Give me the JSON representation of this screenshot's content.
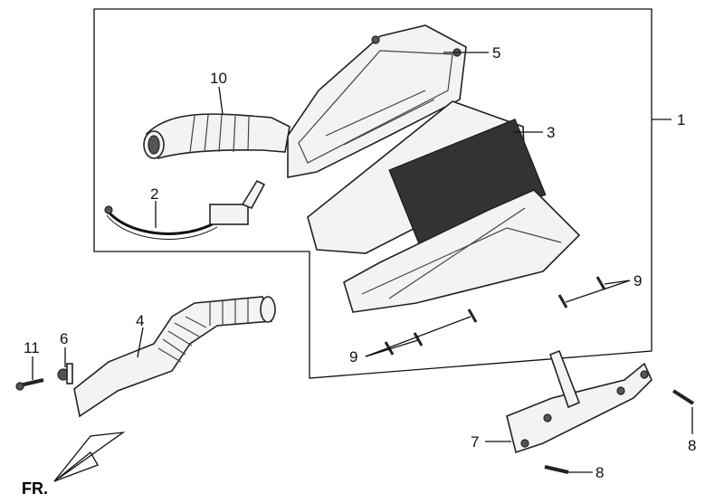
{
  "callouts": {
    "c1": "1",
    "c2": "2",
    "c3": "3",
    "c4": "4",
    "c5": "5",
    "c6": "6",
    "c7": "7",
    "c8a": "8",
    "c8b": "8",
    "c9a": "9",
    "c9b": "9",
    "c10": "10",
    "c11": "11"
  },
  "orientation": {
    "label": "FR."
  }
}
